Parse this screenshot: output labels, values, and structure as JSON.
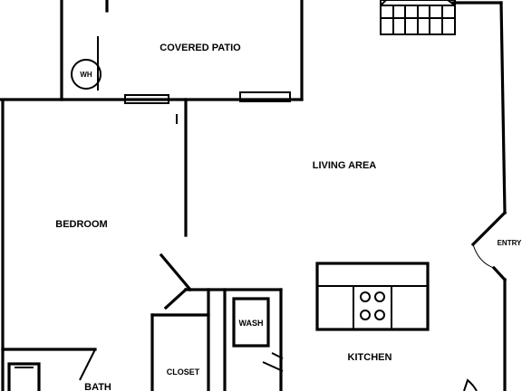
{
  "plan": {
    "rooms": {
      "covered_patio": "COVERED PATIO",
      "living_area": "LIVING AREA",
      "bedroom": "BEDROOM",
      "entry": "ENTRY",
      "wash": "WASH",
      "closet": "CLOSET",
      "kitchen": "KITCHEN",
      "bath": "BATH"
    },
    "fixtures": {
      "water_heater": "WH"
    }
  }
}
